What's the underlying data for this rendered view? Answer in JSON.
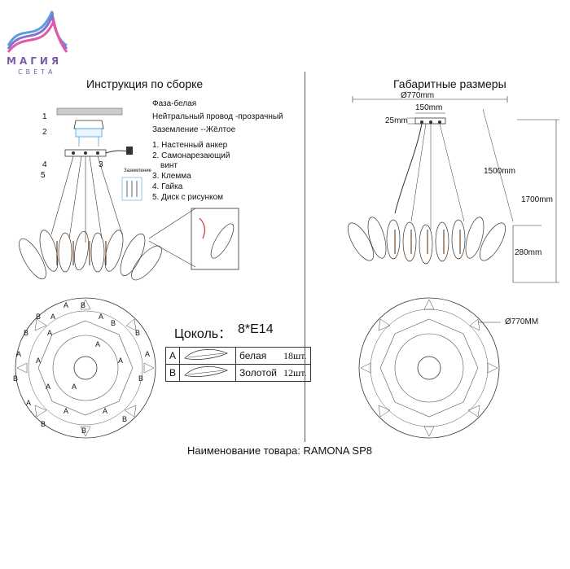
{
  "logo": {
    "line1": "МАГИЯ",
    "line2": "СВЕТА"
  },
  "left": {
    "title": "Инструкция по сборке",
    "wires": [
      "Фаза-белая",
      "Нейтральный провод -прозрачный",
      "Заземление --Жёлтое"
    ],
    "parts": [
      "1. Настенный анкер",
      "2. Самонарезающий",
      "винт",
      "3. Клемма",
      "4. Гайка",
      "5. Диск с рисунком"
    ],
    "callouts": [
      "1",
      "2",
      "3",
      "4",
      "5"
    ],
    "ground_label": "Заземление",
    "base": {
      "label": "Цоколь：",
      "value": "8*E14"
    },
    "table": [
      {
        "key": "A",
        "name": "белая",
        "qty": "18шт."
      },
      {
        "key": "B",
        "name": "Золотой",
        "qty": "12шт."
      }
    ],
    "markers": {
      "a": "A",
      "b": "B"
    }
  },
  "right": {
    "title": "Габаритные размеры",
    "dims": {
      "width": "Ø770mm",
      "canopy": "150mm",
      "canopy_h": "25mm",
      "cable": "1500mm",
      "total": "1700mm",
      "body": "280mm",
      "diameter": "Ø770MM"
    }
  },
  "product": "Наименование товара: RAMONA SP8"
}
